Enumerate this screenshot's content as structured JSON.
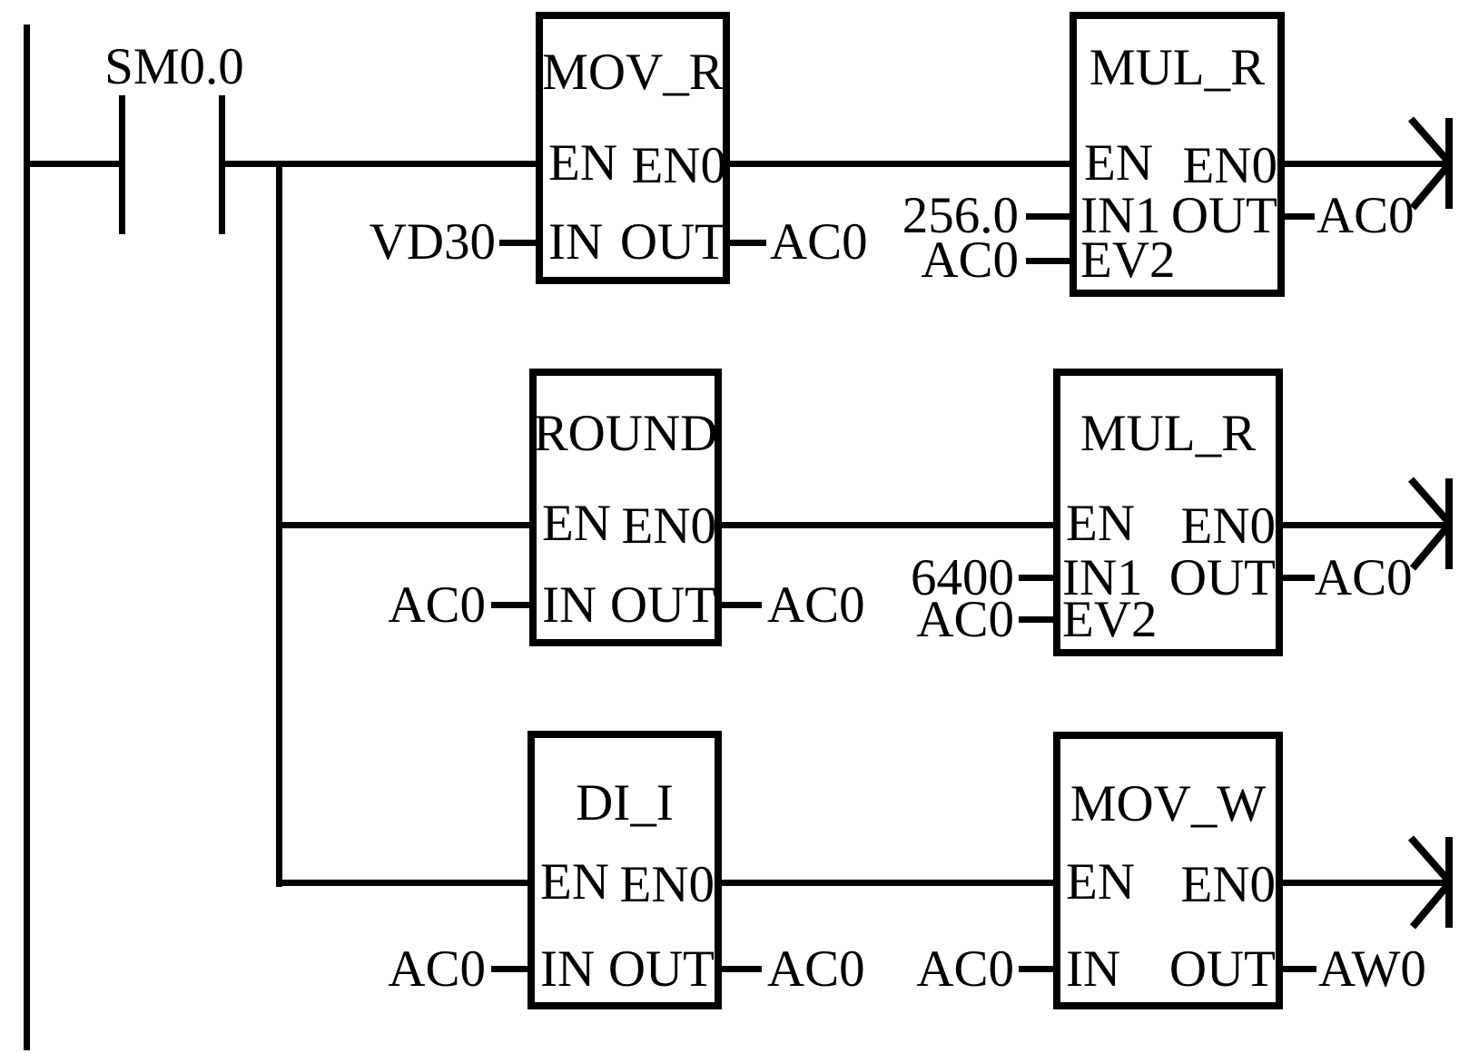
{
  "diagram_type": "plc-ladder-network",
  "colors": {
    "line": "#000000",
    "background": "#ffffff"
  },
  "contact": {
    "label": "SM0.0"
  },
  "rung1": {
    "left_box": {
      "title": "MOV_R",
      "pin_en": "EN",
      "pin_eno": "EN0",
      "pin_in": "IN",
      "pin_out": "OUT",
      "in_operand": "VD30",
      "out_operand": "AC0"
    },
    "right_box": {
      "title": "MUL_R",
      "pin_en": "EN",
      "pin_eno": "EN0",
      "pin_in1": "IN1",
      "pin_out": "OUT",
      "pin_ev2": "EV2",
      "in1_operand": "256.0",
      "ev2_operand": "AC0",
      "out_operand": "AC0"
    }
  },
  "rung2": {
    "left_box": {
      "title": "ROUND",
      "pin_en": "EN",
      "pin_eno": "EN0",
      "pin_in": "IN",
      "pin_out": "OUT",
      "in_operand": "AC0",
      "out_operand": "AC0"
    },
    "right_box": {
      "title": "MUL_R",
      "pin_en": "EN",
      "pin_eno": "EN0",
      "pin_in1": "IN1",
      "pin_out": "OUT",
      "pin_ev2": "EV2",
      "in1_operand": "6400",
      "ev2_operand": "AC0",
      "out_operand": "AC0"
    }
  },
  "rung3": {
    "left_box": {
      "title": "DI_I",
      "pin_en": "EN",
      "pin_eno": "EN0",
      "pin_in": "IN",
      "pin_out": "OUT",
      "in_operand": "AC0",
      "out_operand": "AC0"
    },
    "right_box": {
      "title": "MOV_W",
      "pin_en": "EN",
      "pin_eno": "EN0",
      "pin_in": "IN",
      "pin_out": "OUT",
      "in_operand": "AC0",
      "out_operand": "AW0"
    }
  }
}
